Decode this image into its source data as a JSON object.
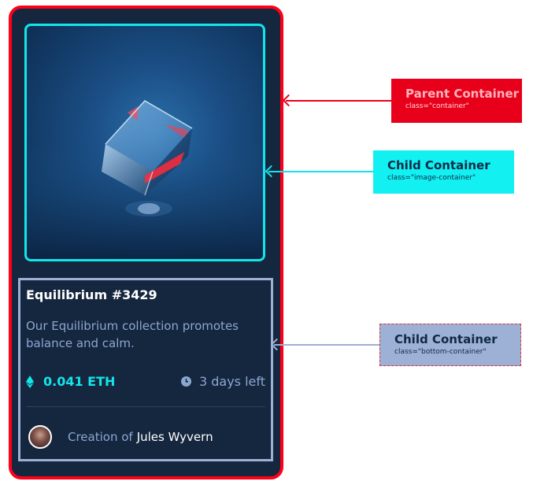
{
  "card": {
    "title": "Equilibrium #3429",
    "description": "Our Equilibrium collection promotes balance and calm.",
    "price": "0.041 ETH",
    "time_left": "3 days left",
    "creator_prefix": "Creation of",
    "creator_name": "Jules Wyvern"
  },
  "callouts": [
    {
      "title": "Parent Container",
      "class_label": "class=\"container\"",
      "color": "#e8001b"
    },
    {
      "title": "Child Container",
      "class_label": "class=\"image-container\"",
      "color": "#12f0f2"
    },
    {
      "title": "Child Container",
      "class_label": "class=\"bottom-container\"",
      "color": "#9db0d6"
    }
  ],
  "colors": {
    "card_background": "#15263f",
    "parent_border": "#ff0019",
    "image_border": "#12e6ea",
    "bottom_border": "#9db0d6",
    "accent_cyan": "#12e6ea",
    "text_muted": "#8ba7d0"
  },
  "icons": [
    "ethereum-icon",
    "clock-icon",
    "avatar"
  ]
}
